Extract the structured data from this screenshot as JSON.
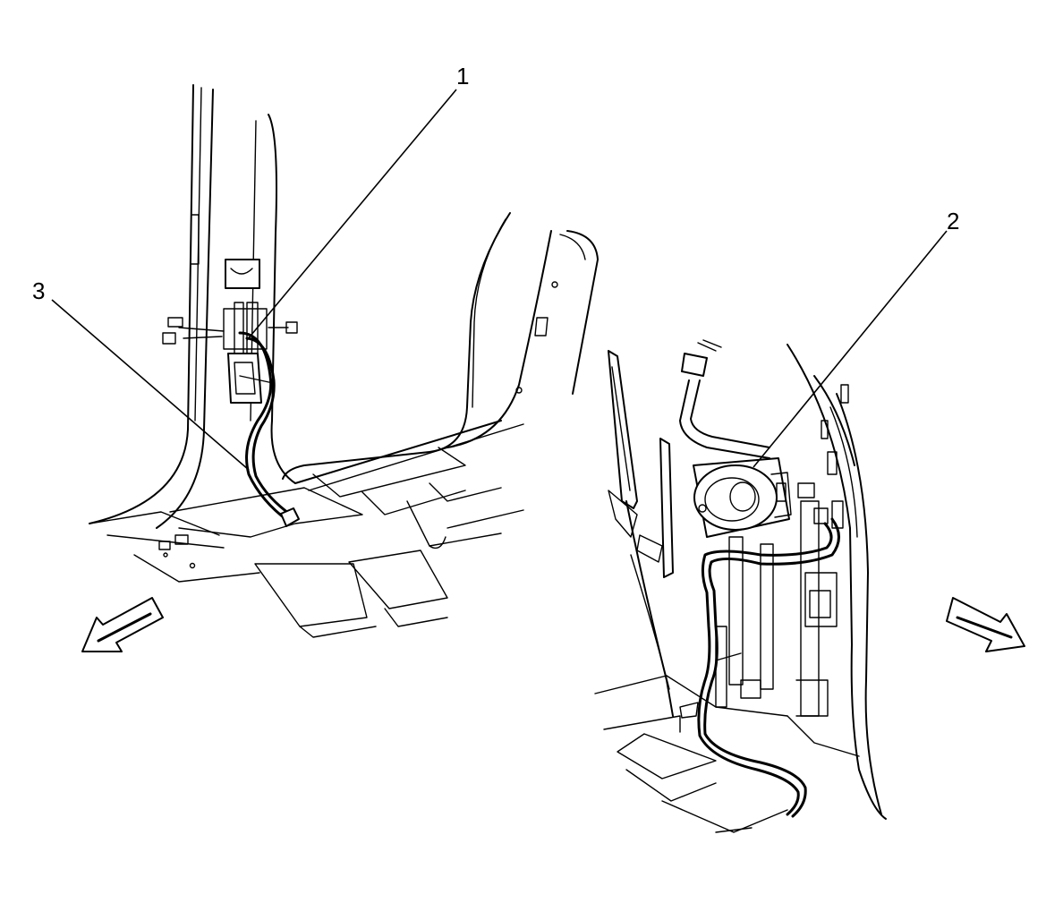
{
  "callouts": {
    "c1": "1",
    "c2": "2",
    "c3": "3"
  },
  "icons": {
    "left_arrow": "arrow-left-down",
    "right_arrow": "arrow-right-down"
  }
}
